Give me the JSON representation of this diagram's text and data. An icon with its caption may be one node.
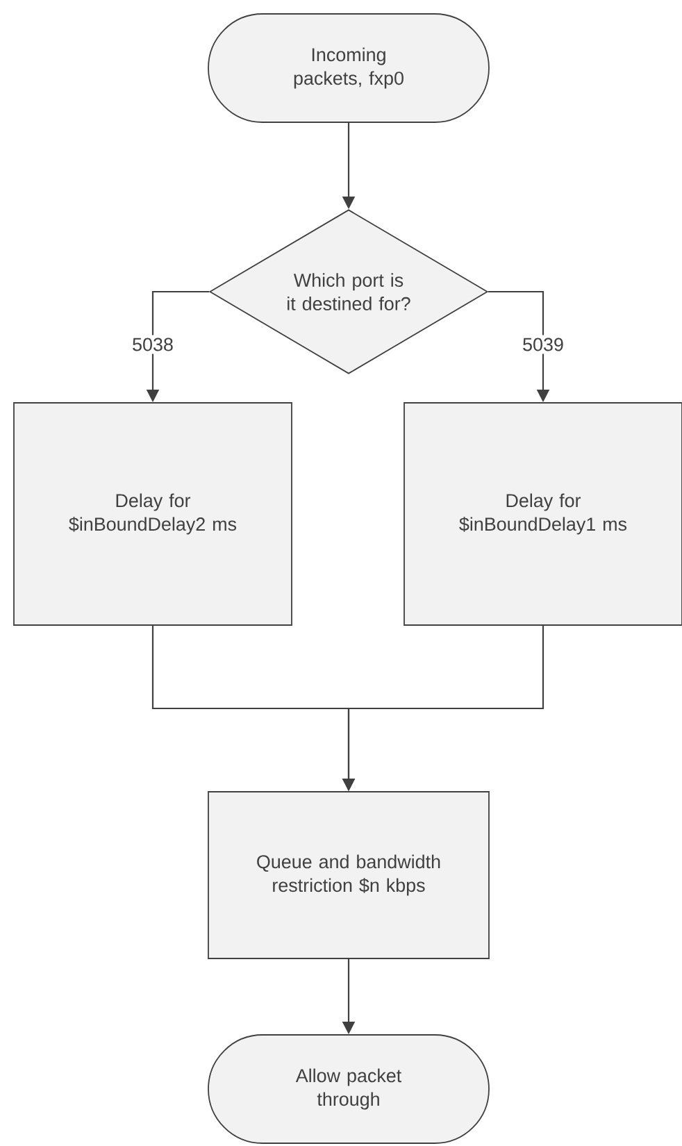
{
  "diagram": {
    "nodes": [
      {
        "text": [
          "Incoming packets, fxp0"
        ]
      },
      {
        "text": [
          "Which port is it destined for?"
        ]
      },
      {
        "text": [
          "Delay for $inBoundDelay2 ms"
        ]
      },
      {
        "text": [
          "Delay for $inBoundDelay1 ms"
        ]
      },
      {
        "text": [
          "Queue and bandwidth restriction $n kbps"
        ]
      },
      {
        "text": [
          "Allow packet through"
        ]
      }
    ],
    "edges": [
      {
        "from": 0,
        "to": 1,
        "arrow": "to"
      },
      {
        "from": 1,
        "to": 2,
        "arrow": "to",
        "label": "5038"
      },
      {
        "from": 1,
        "to": 3,
        "arrow": "to",
        "label": "5039"
      },
      {
        "from": 2,
        "to": 4,
        "arrow": "to"
      },
      {
        "from": 3,
        "to": 4,
        "arrow": "to"
      },
      {
        "from": 4,
        "to": 5,
        "arrow": "to"
      }
    ]
  }
}
